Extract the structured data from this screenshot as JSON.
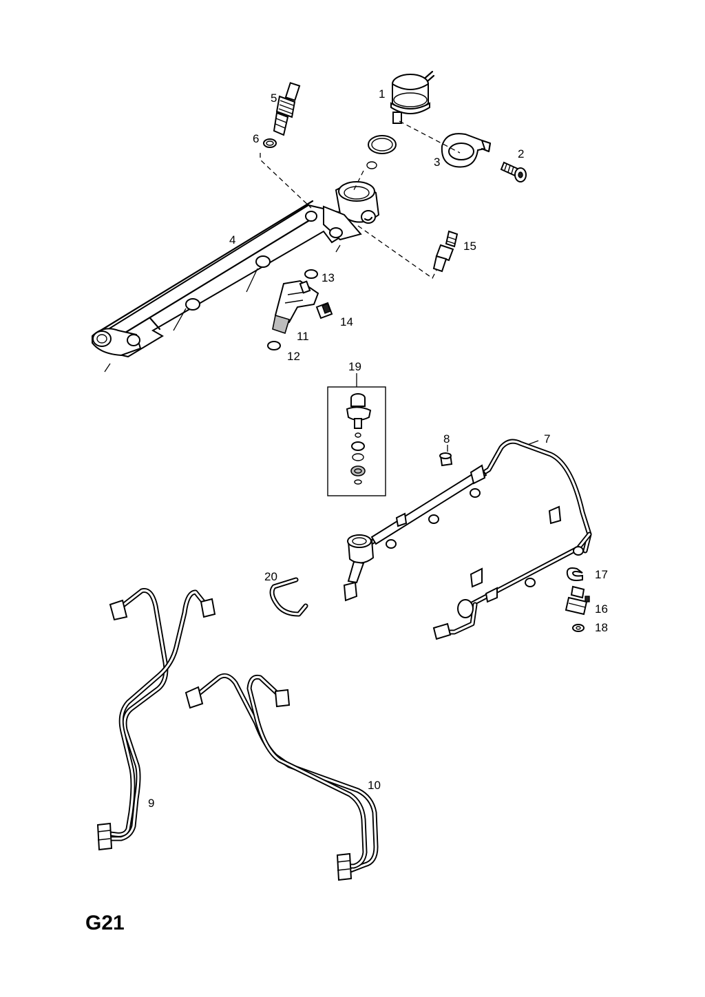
{
  "diagram": {
    "page_code": "G21",
    "callouts": {
      "c1": "1",
      "c2": "2",
      "c3": "3",
      "c4": "4",
      "c5": "5",
      "c6": "6",
      "c7": "7",
      "c8": "8",
      "c9": "9",
      "c10": "10",
      "c11": "11",
      "c12": "12",
      "c13": "13",
      "c14": "14",
      "c15": "15",
      "c16": "16",
      "c17": "17",
      "c18": "18",
      "c19": "19",
      "c20": "20"
    }
  }
}
